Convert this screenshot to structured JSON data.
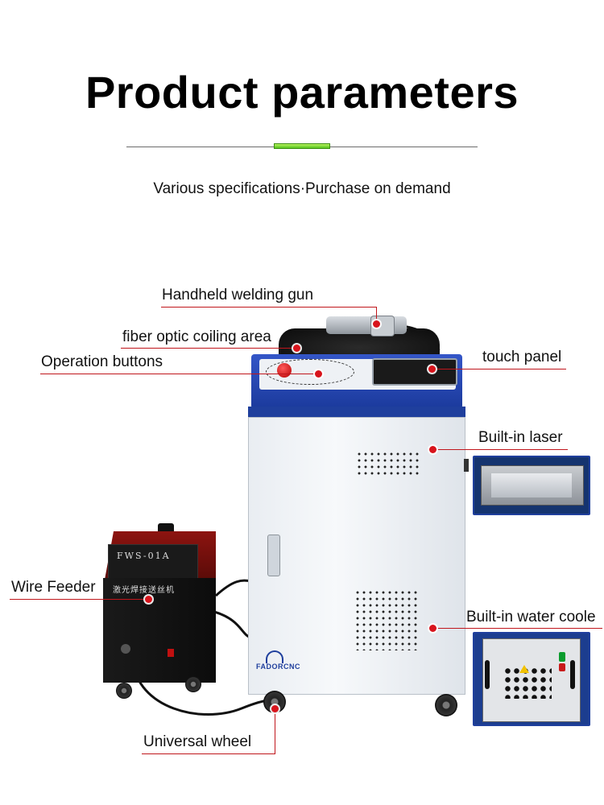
{
  "header": {
    "title": "Product parameters",
    "subtitle": "Various specifications·Purchase on demand",
    "accent_color": "#55c51f"
  },
  "callouts": {
    "welding_gun": "Handheld welding gun",
    "fiber_coiling": "fiber optic coiling area",
    "operation_buttons": "Operation buttons",
    "touch_panel": "touch panel",
    "built_in_laser": "Built-in laser",
    "wire_feeder": "Wire Feeder",
    "water_cooler": "Built-in water coole",
    "universal_wheel": "Universal wheel",
    "leader_color": "#c0161c"
  },
  "machine": {
    "brand": "FADORCNC",
    "feeder_model": "FWS-01A",
    "feeder_name_cn": "激光焊接送丝机",
    "cabinet_color": "#1f3f9d"
  }
}
